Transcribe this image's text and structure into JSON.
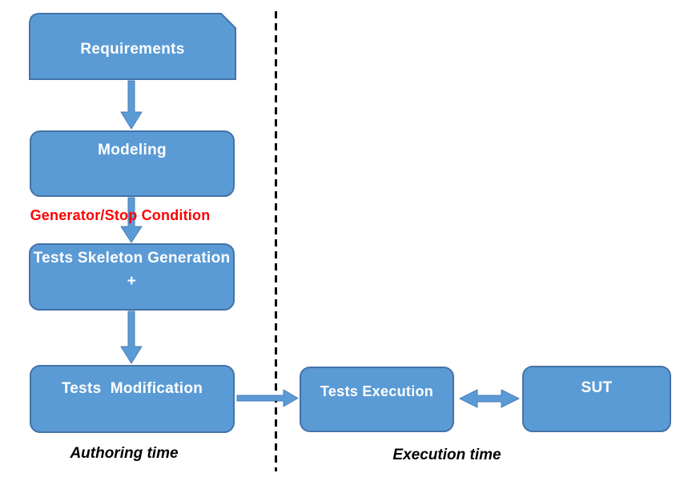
{
  "colors": {
    "box_fill": "#5B9BD5",
    "box_border": "#4472A8",
    "arrow_fill": "#5B9BD5",
    "arrow_border": "#4A7EBB",
    "annotation_red": "#FF0000",
    "text_white": "#FFFFFF",
    "text_black": "#000000"
  },
  "boxes": {
    "requirements": {
      "label": "Requirements"
    },
    "modeling": {
      "label": "Modeling"
    },
    "tests_skeleton_generation": {
      "line1": "Tests Skeleton Generation",
      "line2": "+"
    },
    "tests_modification": {
      "label": "Tests  Modification"
    },
    "tests_execution": {
      "label": "Tests Execution"
    },
    "sut": {
      "label": "SUT"
    }
  },
  "annotations": {
    "generator_stop_condition": "Generator/Stop Condition",
    "authoring_time": "Authoring time",
    "execution_time": "Execution time"
  }
}
